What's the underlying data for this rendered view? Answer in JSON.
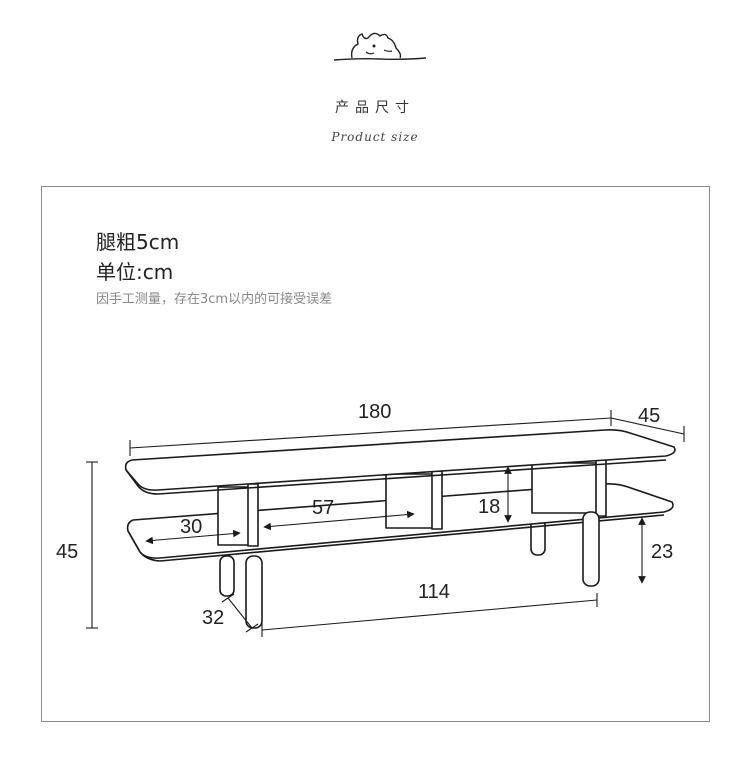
{
  "header": {
    "title_zh": "产品尺寸",
    "title_en": "Product size"
  },
  "notes": {
    "leg_thickness": "腿粗5cm",
    "unit": "单位:cm",
    "tolerance": "因手工测量，存在3cm以内的可接受误差"
  },
  "dimensions": {
    "length": "180",
    "depth": "45",
    "height": "45",
    "shelf_depth": "30",
    "compartment_width": "57",
    "compartment_height": "18",
    "lower_clearance": "23",
    "leg_span": "114",
    "leg_depth": "32"
  },
  "colors": {
    "line": "#1a1a1a",
    "frame": "#8a8a8a",
    "note_gray": "#888888"
  },
  "icons": {
    "logo": "cartoon-animal-icon"
  }
}
